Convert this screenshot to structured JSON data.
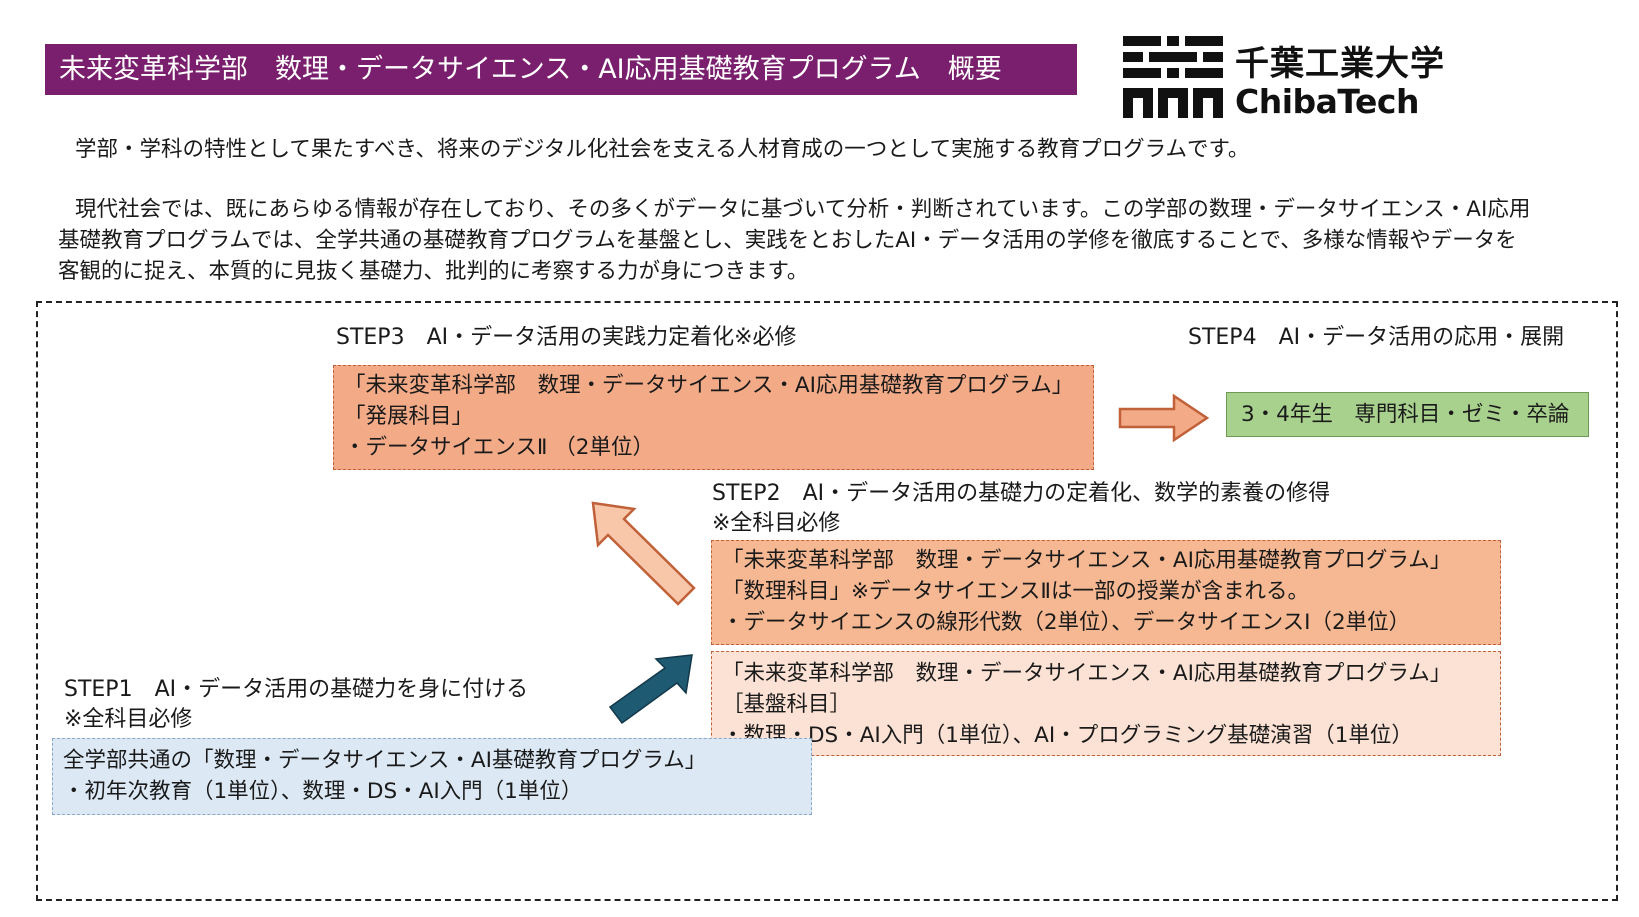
{
  "header": {
    "title": "未来変革科学部　数理・データサイエンス・AI応用基礎教育プログラム　概要"
  },
  "logo": {
    "name_ja": "千葉工業大学",
    "name_en": "ChibaTech"
  },
  "intro": {
    "line1": "学部・学科の特性として果たすべき、将来のデジタル化社会を支える人材育成の一つとして実施する教育プログラムです。",
    "para2_line1": "現代社会では、既にあらゆる情報が存在しており、その多くがデータに基づいて分析・判断されています。この学部の数理・データサイエンス・AI応用",
    "para2_line2": "基礎教育プログラムでは、全学共通の基礎教育プログラムを基盤とし、実践をとおしたAI・データ活用の学修を徹底することで、多様な情報やデータを",
    "para2_line3": "客観的に捉え、本質的に見抜く基礎力、批判的に考察する力が身につきます。"
  },
  "step3": {
    "title": "STEP3　AI・データ活用の実践力定着化※必修",
    "box_line1": "「未来変革科学部　数理・データサイエンス・AI応用基礎教育プログラム」",
    "box_line2": "「発展科目」",
    "box_line3": "・データサイエンスⅡ （2単位）"
  },
  "step4": {
    "title": "STEP4　AI・データ活用の応用・展開",
    "box_text": "3・4年生　専門科目・ゼミ・卒論"
  },
  "step2": {
    "title_line1": "STEP2　AI・データ活用の基礎力の定着化、数学的素養の修得",
    "title_line2": "※全科目必修",
    "box_a_line1": "「未来変革科学部　数理・データサイエンス・AI応用基礎教育プログラム」",
    "box_a_line2": "「数理科目」※データサイエンスⅡは一部の授業が含まれる。",
    "box_a_line3": "・データサイエンスの線形代数（2単位）、データサイエンスⅠ（2単位）",
    "box_b_line1": "「未来変革科学部　数理・データサイエンス・AI応用基礎教育プログラム」",
    "box_b_line2": "［基盤科目］",
    "box_b_line3": "・数理・DS・AI入門（1単位）、AI・プログラミング基礎演習（1単位）"
  },
  "step1": {
    "title_line1": "STEP1　AI・データ活用の基礎力を身に付ける",
    "title_line2": "※全科目必修",
    "box_line1": "全学部共通の「数理・データサイエンス・AI基礎教育プログラム」",
    "box_line2": "・初年次教育（1単位）、数理・DS・AI入門（1単位）"
  },
  "colors": {
    "title_bar": "#7a1f6d",
    "step3_box": "#f2aa87",
    "step4_box": "#a9d18e",
    "step2_box_a": "#f5b892",
    "step2_box_b": "#fbe2d5",
    "step1_box": "#dce9f5",
    "arrow_orange": "#f2aa87",
    "arrow_blue": "#1f5a73"
  }
}
